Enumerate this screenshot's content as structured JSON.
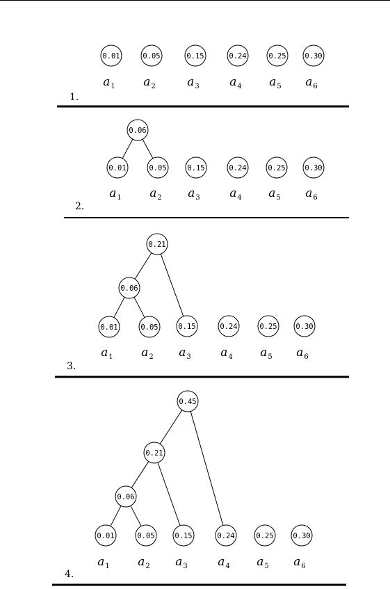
{
  "steps": [
    {
      "label": "1.",
      "nodes": [
        {
          "id": "a1",
          "value": "0.01"
        },
        {
          "id": "a2",
          "value": "0.05"
        },
        {
          "id": "a3",
          "value": "0.15"
        },
        {
          "id": "a4",
          "value": "0.24"
        },
        {
          "id": "a5",
          "value": "0.25"
        },
        {
          "id": "a6",
          "value": "0.30"
        }
      ],
      "edges": [],
      "leaf_labels": [
        {
          "letter": "a",
          "sub": "1"
        },
        {
          "letter": "a",
          "sub": "2"
        },
        {
          "letter": "a",
          "sub": "3"
        },
        {
          "letter": "a",
          "sub": "4"
        },
        {
          "letter": "a",
          "sub": "5"
        },
        {
          "letter": "a",
          "sub": "6"
        }
      ]
    },
    {
      "label": "2.",
      "nodes": [
        {
          "id": "n1",
          "value": "0.06"
        },
        {
          "id": "a1",
          "value": "0.01"
        },
        {
          "id": "a2",
          "value": "0.05"
        },
        {
          "id": "a3",
          "value": "0.15"
        },
        {
          "id": "a4",
          "value": "0.24"
        },
        {
          "id": "a5",
          "value": "0.25"
        },
        {
          "id": "a6",
          "value": "0.30"
        }
      ],
      "edges": [
        [
          "n1",
          "a1"
        ],
        [
          "n1",
          "a2"
        ]
      ],
      "leaf_labels": [
        {
          "letter": "a",
          "sub": "1"
        },
        {
          "letter": "a",
          "sub": "2"
        },
        {
          "letter": "a",
          "sub": "3"
        },
        {
          "letter": "a",
          "sub": "4"
        },
        {
          "letter": "a",
          "sub": "5"
        },
        {
          "letter": "a",
          "sub": "6"
        }
      ]
    },
    {
      "label": "3.",
      "nodes": [
        {
          "id": "n2",
          "value": "0.21"
        },
        {
          "id": "n1",
          "value": "0.06"
        },
        {
          "id": "a1",
          "value": "0.01"
        },
        {
          "id": "a2",
          "value": "0.05"
        },
        {
          "id": "a3",
          "value": "0.15"
        },
        {
          "id": "a4",
          "value": "0.24"
        },
        {
          "id": "a5",
          "value": "0.25"
        },
        {
          "id": "a6",
          "value": "0.30"
        }
      ],
      "edges": [
        [
          "n2",
          "n1"
        ],
        [
          "n2",
          "a3"
        ],
        [
          "n1",
          "a1"
        ],
        [
          "n1",
          "a2"
        ]
      ],
      "leaf_labels": [
        {
          "letter": "a",
          "sub": "1"
        },
        {
          "letter": "a",
          "sub": "2"
        },
        {
          "letter": "a",
          "sub": "3"
        },
        {
          "letter": "a",
          "sub": "4"
        },
        {
          "letter": "a",
          "sub": "5"
        },
        {
          "letter": "a",
          "sub": "6"
        }
      ]
    },
    {
      "label": "4.",
      "nodes": [
        {
          "id": "n3",
          "value": "0.45"
        },
        {
          "id": "n2",
          "value": "0.21"
        },
        {
          "id": "n1",
          "value": "0.06"
        },
        {
          "id": "a1",
          "value": "0.01"
        },
        {
          "id": "a2",
          "value": "0.05"
        },
        {
          "id": "a3",
          "value": "0.15"
        },
        {
          "id": "a4",
          "value": "0.24"
        },
        {
          "id": "a5",
          "value": "0.25"
        },
        {
          "id": "a6",
          "value": "0.30"
        }
      ],
      "edges": [
        [
          "n3",
          "n2"
        ],
        [
          "n3",
          "a4"
        ],
        [
          "n2",
          "n1"
        ],
        [
          "n2",
          "a3"
        ],
        [
          "n1",
          "a1"
        ],
        [
          "n1",
          "a2"
        ]
      ],
      "leaf_labels": [
        {
          "letter": "a",
          "sub": "1"
        },
        {
          "letter": "a",
          "sub": "2"
        },
        {
          "letter": "a",
          "sub": "3"
        },
        {
          "letter": "a",
          "sub": "4"
        },
        {
          "letter": "a",
          "sub": "5"
        },
        {
          "letter": "a",
          "sub": "6"
        }
      ]
    }
  ]
}
